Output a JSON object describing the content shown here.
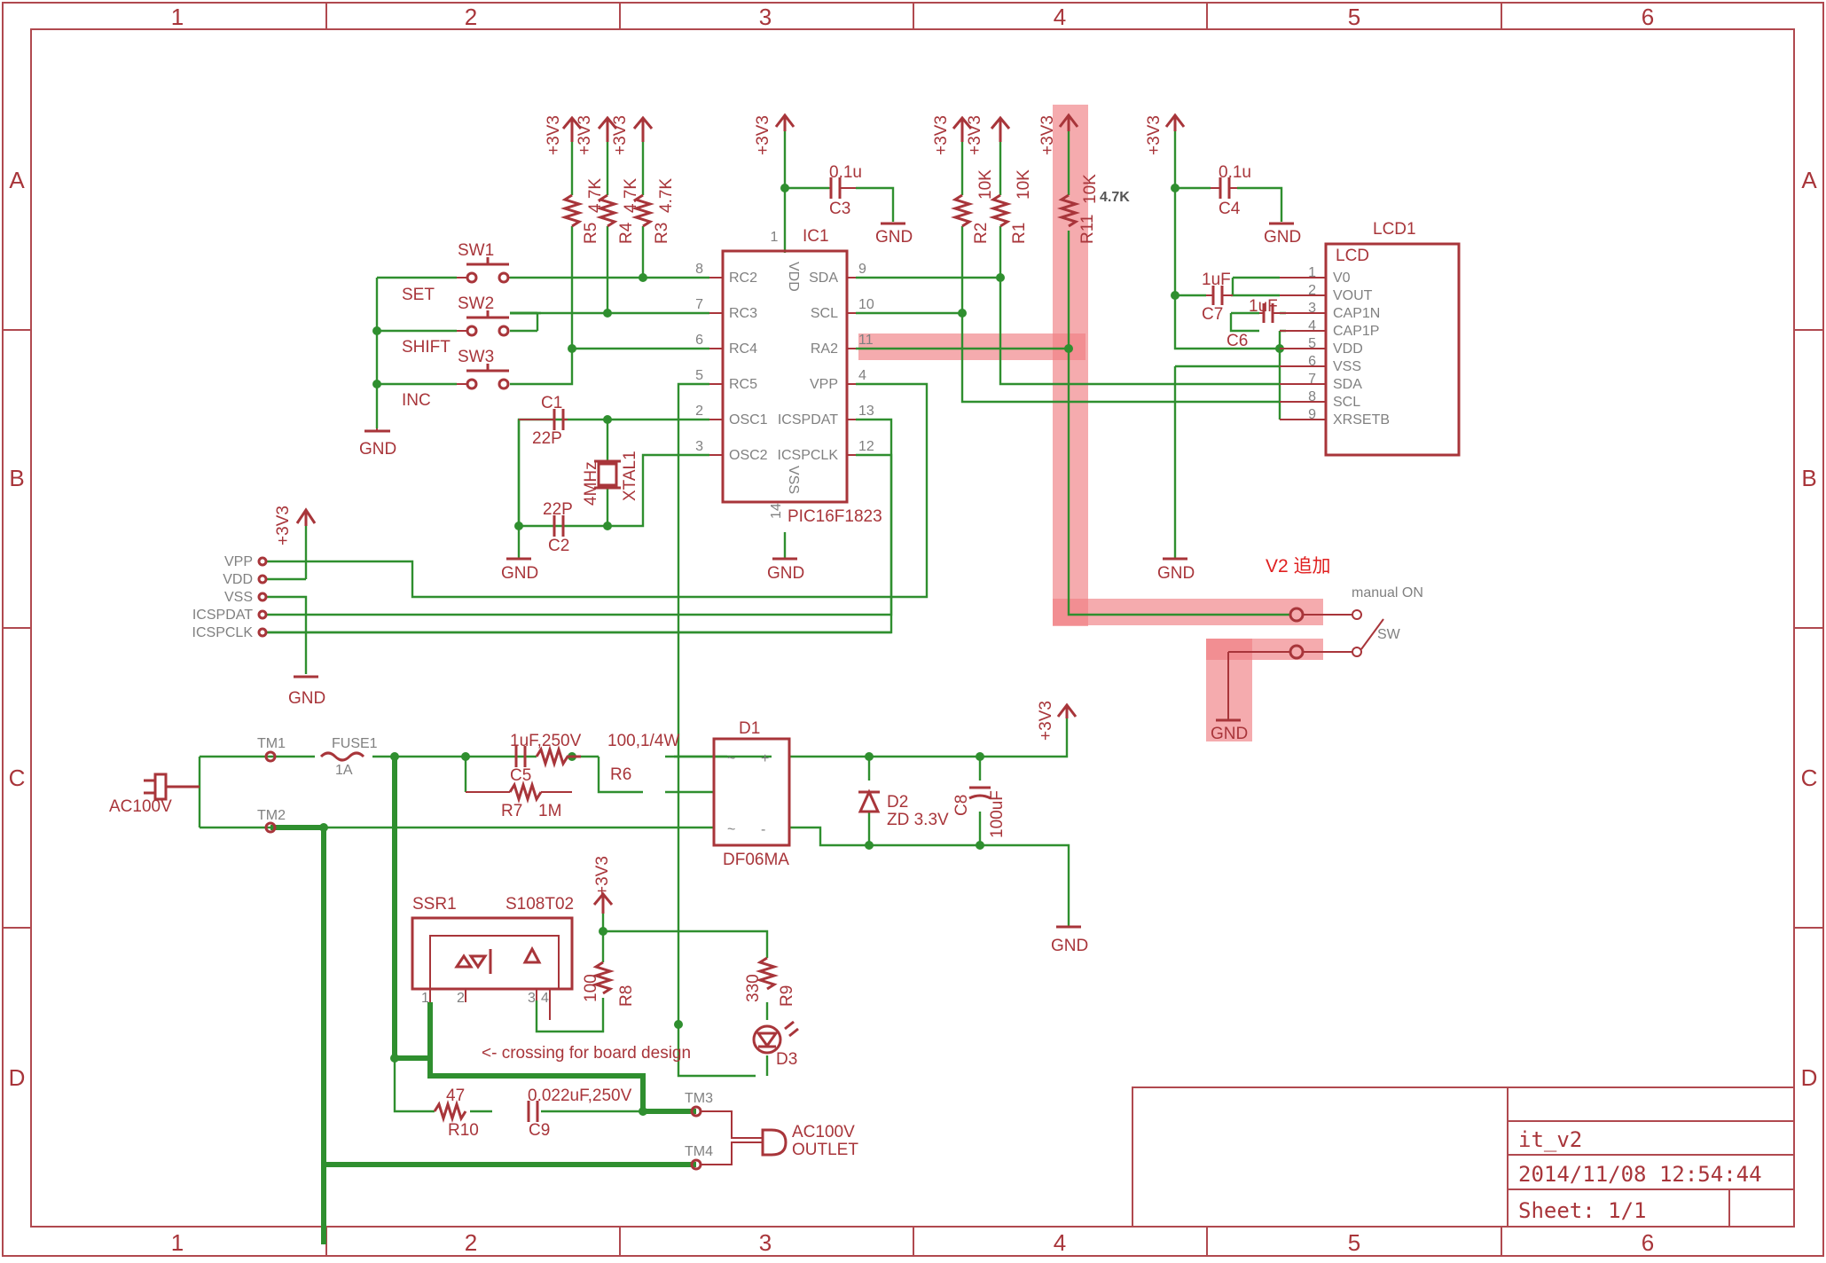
{
  "sheet": {
    "columns": [
      "1",
      "2",
      "3",
      "4",
      "5",
      "6"
    ],
    "rows": [
      "A",
      "B",
      "C",
      "D"
    ]
  },
  "title_block": {
    "name": "it_v2",
    "date": "2014/11/08  12:54:44",
    "sheet": "Sheet: 1/1"
  },
  "annotations": {
    "v2_note": "V2 追加",
    "manual_on": "manual ON",
    "sw": "SW",
    "crossing_note": "<- crossing for board design"
  },
  "ic1": {
    "ref": "IC1",
    "value": "PIC16F1823",
    "left_pins": [
      {
        "num": "8",
        "name": "RC2"
      },
      {
        "num": "7",
        "name": "RC3"
      },
      {
        "num": "6",
        "name": "RC4"
      },
      {
        "num": "5",
        "name": "RC5"
      },
      {
        "num": "2",
        "name": "OSC1"
      },
      {
        "num": "3",
        "name": "OSC2"
      }
    ],
    "right_pins": [
      {
        "num": "9",
        "name": "SDA"
      },
      {
        "num": "10",
        "name": "SCL"
      },
      {
        "num": "11",
        "name": "RA2"
      },
      {
        "num": "4",
        "name": "VPP"
      },
      {
        "num": "13",
        "name": "ICSPDAT"
      },
      {
        "num": "12",
        "name": "ICSPCLK"
      }
    ],
    "vdd": {
      "num": "1",
      "name": "VDD"
    },
    "vss": {
      "num": "14",
      "name": "VSS"
    }
  },
  "lcd1": {
    "ref": "LCD1",
    "value": "LCD",
    "pins": [
      {
        "num": "1",
        "name": "V0"
      },
      {
        "num": "2",
        "name": "VOUT"
      },
      {
        "num": "3",
        "name": "CAP1N"
      },
      {
        "num": "4",
        "name": "CAP1P"
      },
      {
        "num": "5",
        "name": "VDD"
      },
      {
        "num": "6",
        "name": "VSS"
      },
      {
        "num": "7",
        "name": "SDA"
      },
      {
        "num": "8",
        "name": "SCL"
      },
      {
        "num": "9",
        "name": "XRSETB"
      }
    ]
  },
  "switches": [
    {
      "ref": "SW1",
      "label": "SET"
    },
    {
      "ref": "SW2",
      "label": "SHIFT"
    },
    {
      "ref": "SW3",
      "label": "INC"
    }
  ],
  "resistors": {
    "r5": {
      "ref": "R5",
      "value": "4.7K"
    },
    "r4": {
      "ref": "R4",
      "value": "4.7K"
    },
    "r3": {
      "ref": "R3",
      "value": "4.7K"
    },
    "r2": {
      "ref": "R2",
      "value": "10K"
    },
    "r1": {
      "ref": "R1",
      "value": "10K"
    },
    "r11": {
      "ref": "R11",
      "value": "10K",
      "note": "4.7K"
    },
    "r6": {
      "ref": "R6",
      "value": "100,1/4W"
    },
    "r7": {
      "ref": "R7",
      "value": "1M"
    },
    "r8": {
      "ref": "R8",
      "value": "100"
    },
    "r9": {
      "ref": "R9",
      "value": "330"
    },
    "r10": {
      "ref": "R10",
      "value": "47"
    }
  },
  "capacitors": {
    "c3": {
      "ref": "C3",
      "value": "0.1u"
    },
    "c4": {
      "ref": "C4",
      "value": "0.1u"
    },
    "c7": {
      "ref": "C7",
      "value": "1uF"
    },
    "c6": {
      "ref": "C6",
      "value": "1uF"
    },
    "c1": {
      "ref": "C1",
      "value": "22P"
    },
    "c2": {
      "ref": "C2",
      "value": "22P"
    },
    "c5": {
      "ref": "C5",
      "value": "1uF,250V"
    },
    "c8": {
      "ref": "C8",
      "value": "100uF"
    },
    "c9": {
      "ref": "C9",
      "value": "0.022uF,250V"
    }
  },
  "xtal": {
    "ref": "XTAL1",
    "value": "4MHz"
  },
  "d1": {
    "ref": "D1",
    "value": "DF06MA"
  },
  "d2": {
    "ref": "D2",
    "value": "ZD 3.3V"
  },
  "d3": {
    "ref": "D3"
  },
  "ssr": {
    "ref": "SSR1",
    "value": "S108T02",
    "pins": [
      "1",
      "2",
      "3",
      "4"
    ]
  },
  "fuse": {
    "ref": "FUSE1",
    "value": "1A"
  },
  "terminals": [
    "TM1",
    "TM2",
    "TM3",
    "TM4"
  ],
  "ac_in": "AC100V",
  "ac_out": [
    "AC100V",
    "OUTLET"
  ],
  "icsp": [
    "VPP",
    "VDD",
    "VSS",
    "ICSPDAT",
    "ICSPCLK"
  ],
  "supply": "+3V3",
  "ground": "GND",
  "colors": {
    "frame": "#b0494f",
    "wire": "#2f8f2f",
    "highlight": "#f07e82",
    "text_gray": "#808080"
  }
}
